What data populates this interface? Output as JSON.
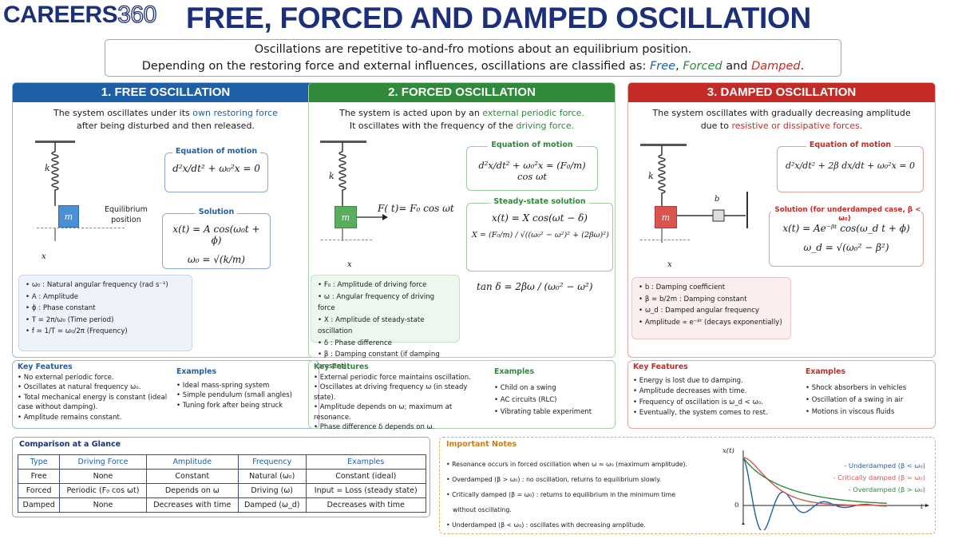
{
  "logo": {
    "brand": "CAREERS",
    "num": "360"
  },
  "title": "FREE, FORCED AND DAMPED OSCILLATION",
  "intro": {
    "line1": "Oscillations are repetitive to-and-fro motions about an equilibrium position.",
    "line2_pre": "Depending on the restoring force and external influences, oscillations are classified as: ",
    "free": "Free",
    "comma": ", ",
    "forced": "Forced",
    "and": " and ",
    "damped": "Damped",
    "dot": "."
  },
  "colors": {
    "free": "#1f5fa8",
    "forced": "#2f8a3a",
    "damped": "#c42b26",
    "navy": "#1c2f7a"
  },
  "free": {
    "header": "1. FREE OSCILLATION",
    "desc1a": "The system oscillates under its ",
    "desc1b": "own restoring force",
    "desc2": "after being disturbed and then released.",
    "k": "k",
    "m": "m",
    "x": "x",
    "equilibrium": "Equilibrium",
    "position": "position",
    "eq_title": "Equation of motion",
    "eq": "d²x/dt² + ω₀²x = 0",
    "sol_title": "Solution",
    "sol1": "x(t) = A cos(ω₀t + ϕ)",
    "sol2": "ω₀ = √(k/m)",
    "glossary": [
      "ω₀ : Natural angular frequency (rad s⁻¹)",
      "A : Amplitude",
      "ϕ : Phase constant",
      "T = 2π/ω₀ (Time period)",
      "f = 1/T = ω₀/2π (Frequency)"
    ],
    "kf_title": "Key Features",
    "kf": [
      "No external periodic force.",
      "Oscillates at natural frequency ω₀.",
      "Total mechanical energy is constant (ideal case without damping).",
      "Amplitude remains constant."
    ],
    "ex_title": "Examples",
    "ex": [
      "Ideal mass-spring system",
      "Simple pendulum (small angles)",
      "Tuning fork after being struck"
    ]
  },
  "forced": {
    "header": "2. FORCED OSCILLATION",
    "desc1a": "The system is acted upon by an ",
    "desc1b": "external periodic force.",
    "desc2a": "It oscillates with the frequency of the ",
    "desc2b": "driving force.",
    "k": "k",
    "m": "m",
    "x": "x",
    "force": "F( t)= F₀ cos ωt",
    "eq_title": "Equation of motion",
    "eq": "d²x/dt² + ω₀²x = (F₀/m) cos ωt",
    "ss_title": "Steady-state solution",
    "ss1": "x(t) = X cos(ωt − δ)",
    "ss2": "X = (F₀/m) / √((ω₀² − ω²)² + (2βω)²)",
    "ss3": "tan δ = 2βω / (ω₀² − ω²)",
    "glossary": [
      "F₀ : Amplitude of driving force",
      "ω : Angular frequency of driving force",
      "X : Amplitude of steady-state oscillation",
      "δ : Phase difference",
      "β : Damping constant (if damping present)"
    ],
    "kf_title": "Key Features",
    "kf": [
      "External periodic force maintains oscillation.",
      "Oscillates at driving frequency ω (in steady state).",
      "Amplitude depends on ω; maximum at resonance.",
      "Phase difference δ depends on ω."
    ],
    "ex_title": "Examples",
    "ex": [
      "Child on a swing",
      "AC circuits (RLC)",
      "Vibrating table experiment"
    ]
  },
  "damped": {
    "header": "3. DAMPED OSCILLATION",
    "desc1": "The system oscillates with gradually decreasing amplitude",
    "desc2a": "due to ",
    "desc2b": "resistive or dissipative forces.",
    "k": "k",
    "m": "m",
    "x": "x",
    "b": "b",
    "eq_title": "Equation of motion",
    "eq": "d²x/dt² + 2β dx/dt + ω₀²x = 0",
    "sol_title": "Solution (for underdamped case, β < ω₀)",
    "sol1": "x(t) = Ae⁻ᵝᵗ cos(ω_d t + ϕ)",
    "sol2": "ω_d = √(ω₀² − β²)",
    "glossary": [
      "b : Damping coefficient",
      "β = b/2m : Damping constant",
      "ω_d : Damped angular frequency",
      "Amplitude ∝ e⁻ᵝᵗ (decays exponentially)"
    ],
    "kf_title": "Key Features",
    "kf": [
      "Energy is lost due to damping.",
      "Amplitude decreases with time.",
      "Frequency of oscillation is ω_d < ω₀.",
      "Eventually, the system comes to rest."
    ],
    "ex_title": "Examples",
    "ex": [
      "Shock absorbers in vehicles",
      "Oscillation of a swing in air",
      "Motions in viscous fluids"
    ]
  },
  "comparison": {
    "title": "Comparison at a Glance",
    "headers": [
      "Type",
      "Driving Force",
      "Amplitude",
      "Frequency",
      "Examples"
    ],
    "rows": [
      [
        "Free",
        "None",
        "Constant",
        "Natural (ω₀)",
        "Constant (ideal)"
      ],
      [
        "Forced",
        "Periodic (F₀ cos ωt)",
        "Depends on ω",
        "Driving (ω)",
        "Input = Loss (steady state)"
      ],
      [
        "Damped",
        "None",
        "Decreases with time",
        "Damped (ω_d)",
        "Decreases with time"
      ]
    ]
  },
  "notes": {
    "title": "Important Notes",
    "items": [
      "Resonance occurs in forced oscillation when ω ≈ ω₀ (maximum amplitude).",
      "Overdamped (β > ω₀) : no oscillation, returns to equilibrium slowly.",
      "Critically damped (β = ω₀) : returns to equilibrium in the minimum time",
      "without oscillating.",
      "Underdamped (β < ω₀) : oscillates with decreasing amplitude."
    ]
  },
  "graph": {
    "ylabel": "x(t)",
    "origin": "0",
    "xlabel": "t",
    "legend": [
      {
        "label": "Underdamped (β < ω₀)",
        "color": "#1f5fa8"
      },
      {
        "label": "Critically damped (β = ω₀)",
        "color": "#d9534f"
      },
      {
        "label": "Overdamped (β > ω₀)",
        "color": "#2f8a3a"
      }
    ]
  }
}
